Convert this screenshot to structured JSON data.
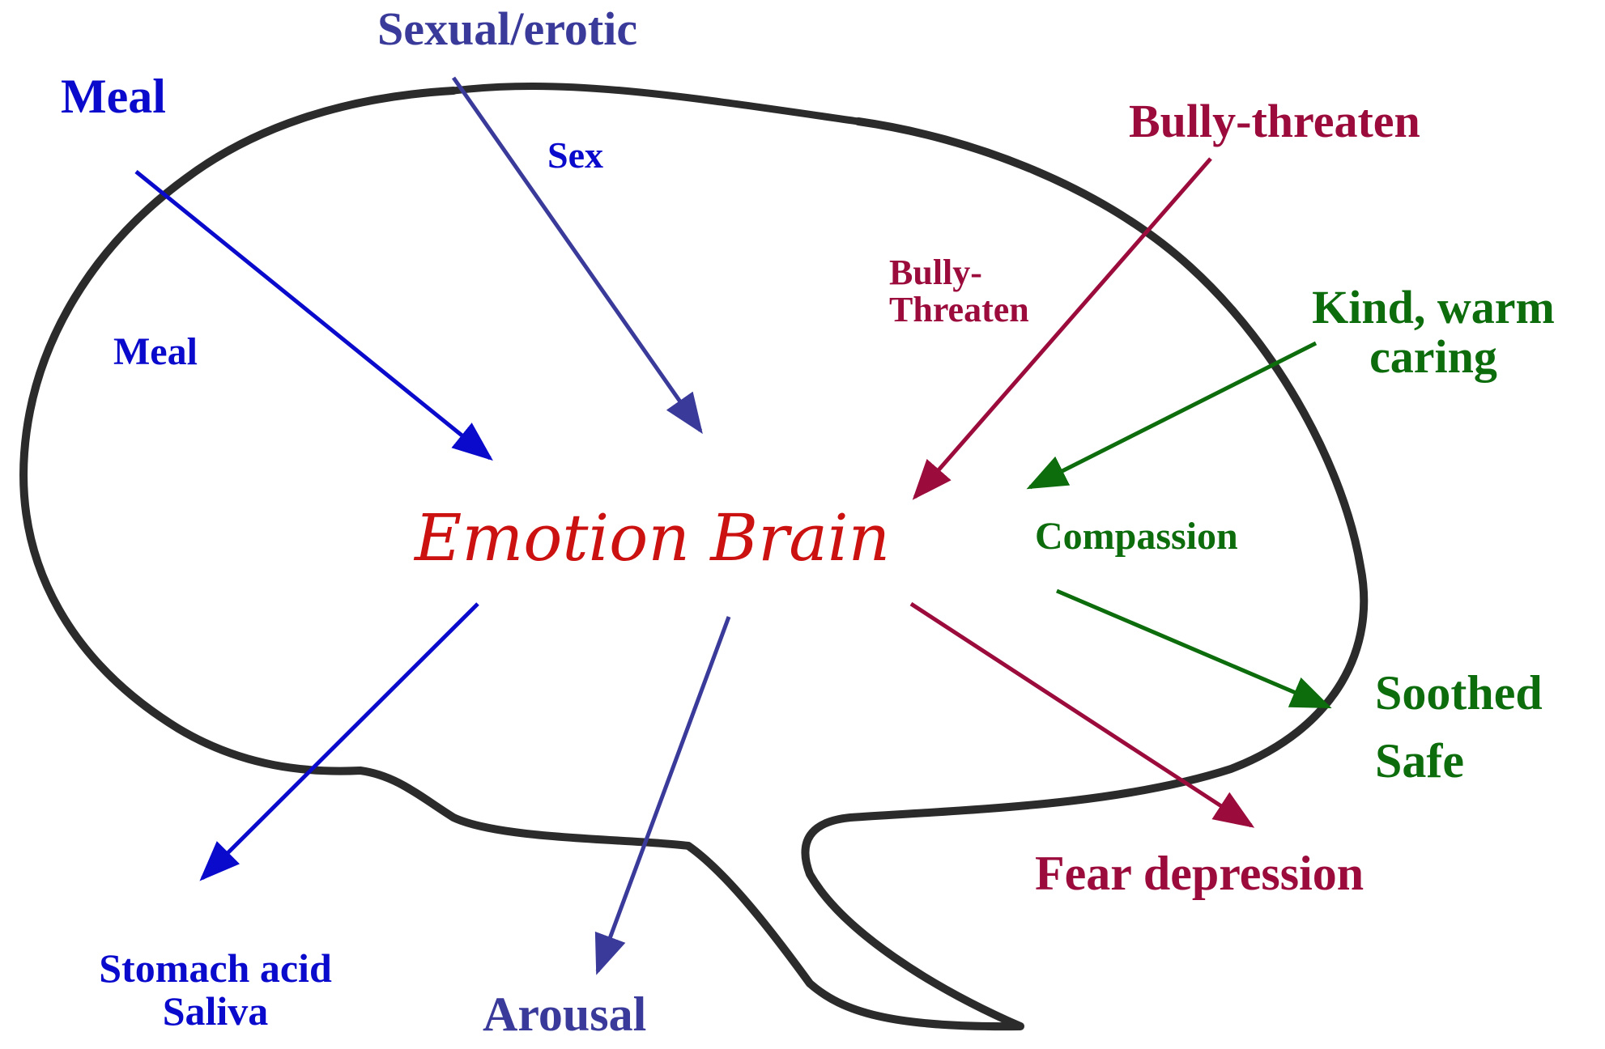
{
  "colors": {
    "outline": "#2b2b2b",
    "blue": "#0a0acc",
    "indigo": "#3a3a9a",
    "maroon": "#9b0b3c",
    "green": "#0d6d0d",
    "title_red": "#cc1111"
  },
  "title": "Emotion Brain",
  "labels": {
    "meal_input": "Meal",
    "meal_inner": "Meal",
    "sexual_input": "Sexual/erotic",
    "sex_inner": "Sex",
    "bully_input": "Bully-threaten",
    "bully_inner": "Bully-\nThreaten",
    "kind_input": "Kind, warm\ncaring",
    "compassion_inner": "Compassion",
    "stomach_output": "Stomach acid\nSaliva",
    "arousal_output": "Arousal",
    "fear_output": "Fear depression",
    "soothed_output": "Soothed\nSafe"
  }
}
